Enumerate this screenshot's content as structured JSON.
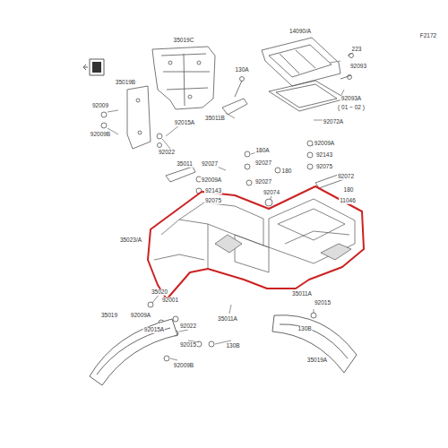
{
  "diagram": {
    "labels": [
      "F2172",
      "35019C",
      "14090/A",
      "223",
      "35019B",
      "92093",
      "92009",
      "130A",
      "92093A",
      "( 01 ~ 02 )",
      "92009B",
      "35011B",
      "92015A",
      "92072A",
      "92022",
      "180A",
      "92009A",
      "35011",
      "92027",
      "92027",
      "92143",
      "180",
      "92075",
      "92009A",
      "92027",
      "92072",
      "92143",
      "92074",
      "180",
      "92075",
      "11046",
      "35023/A",
      "35020",
      "92001",
      "35011A",
      "92015",
      "35019",
      "92009A",
      "35011A",
      "92015A",
      "92022",
      "130B",
      "92015",
      "130B",
      "92009B",
      "35019A"
    ]
  }
}
